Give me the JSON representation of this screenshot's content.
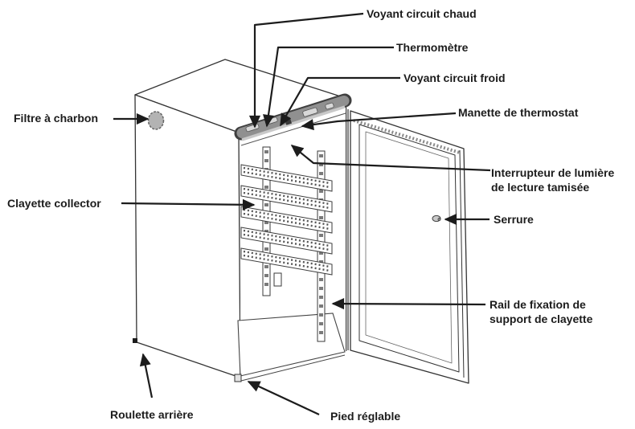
{
  "labels": {
    "voyant_circuit_chaud": "Voyant circuit chaud",
    "thermometre": "Thermomètre",
    "voyant_circuit_froid": "Voyant circuit froid",
    "manette_thermostat": "Manette de thermostat",
    "interrupteur_lumiere": "Interrupteur de lumière\nde lecture tamisée",
    "serrure": "Serrure",
    "rail_fixation": "Rail de fixation de\nsupport de clayette",
    "filtre_charbon": "Filtre à charbon",
    "clayette_collector": "Clayette collector",
    "roulette_arriere": "Roulette arrière",
    "pied_reglable": "Pied réglable"
  },
  "colors": {
    "ink": "#1c1c1c",
    "panel_gray": "#909090",
    "filter_gray": "#b3b3b3",
    "background": "#ffffff"
  }
}
